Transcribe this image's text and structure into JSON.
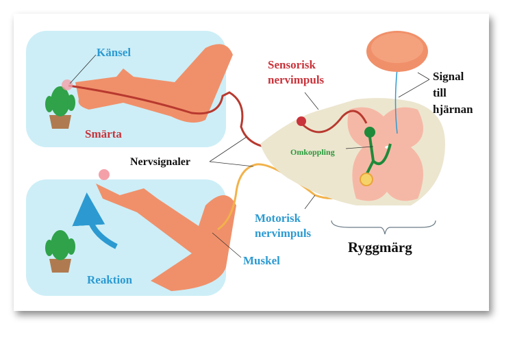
{
  "labels": {
    "kansel": "Känsel",
    "smarta": "Smärta",
    "sensorisk_1": "Sensorisk",
    "sensorisk_2": "nervimpuls",
    "signal_1": "Signal",
    "signal_2": "till",
    "signal_3": "hjärnan",
    "omkoppling": "Omkoppling",
    "nervsignaler": "Nervsignaler",
    "motorisk_1": "Motorisk",
    "motorisk_2": "nervimpuls",
    "muskel": "Muskel",
    "reaktion": "Reaktion",
    "ryggmarg": "Ryggmärg"
  },
  "colors": {
    "blue_text": "#2c9ad1",
    "red_text": "#c9333b",
    "green_text": "#2a9a3c",
    "panel": "#cdeef7",
    "skin": "#f0906a",
    "cord_grey": "#ece6cf",
    "cord_pink": "#f6b8a6"
  }
}
